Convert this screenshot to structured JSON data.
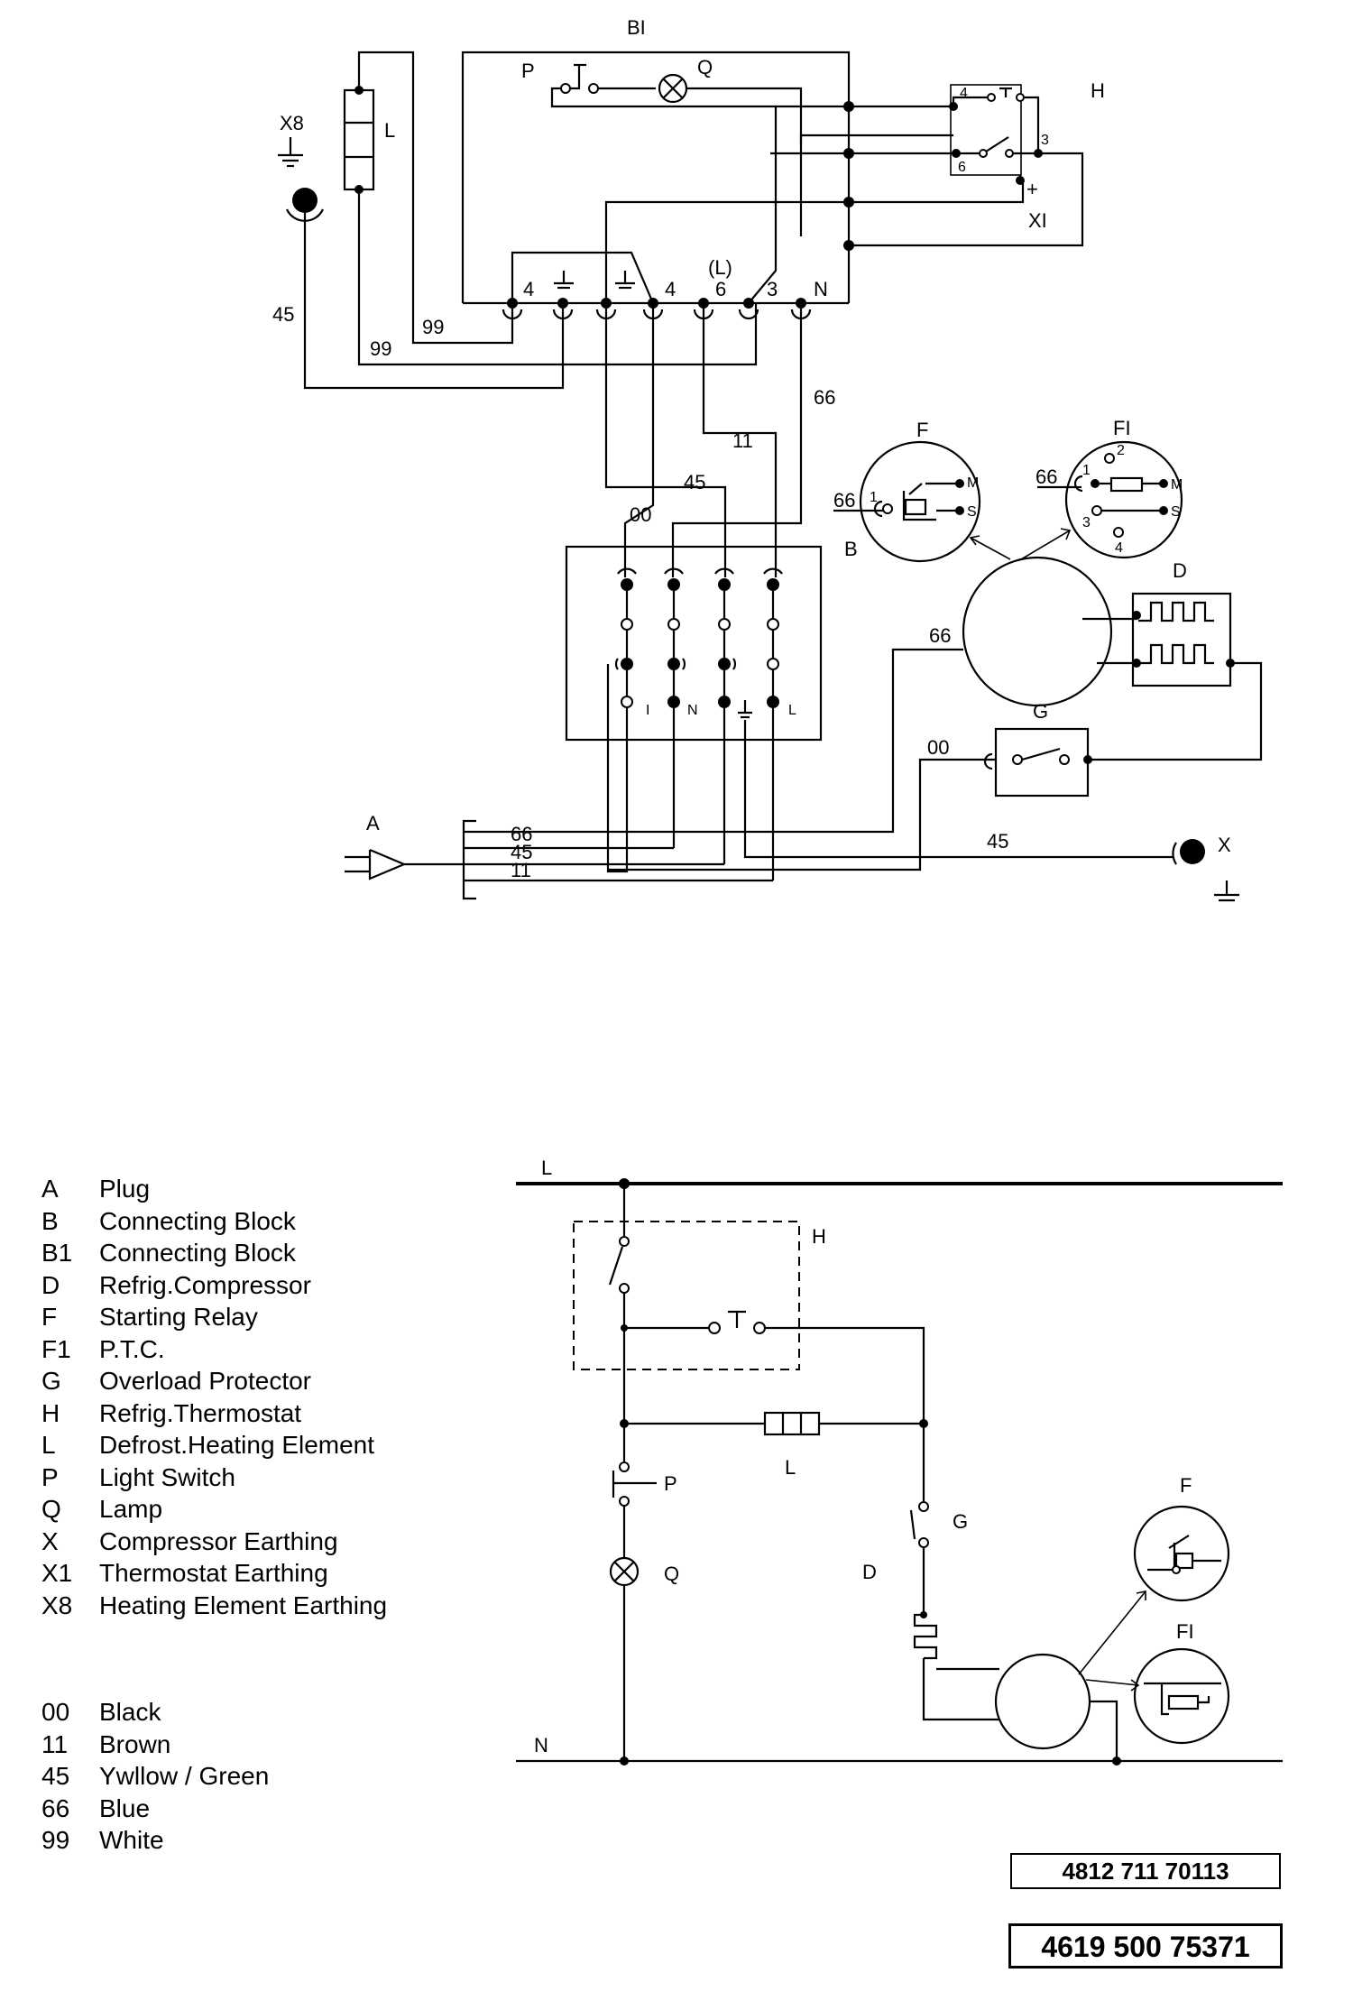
{
  "wiring": {
    "labels": {
      "B1": "BI",
      "P": "P",
      "Q": "Q",
      "H": "H",
      "X8": "X8",
      "L": "L",
      "X1": "XI",
      "plus": "+",
      "t4a": "4",
      "t4b": "4",
      "tL": "(L)",
      "t6": "6",
      "t3": "3",
      "tN": "N",
      "w45": "45",
      "w99a": "99",
      "w99b": "99",
      "w66": "66",
      "w11": "11",
      "w45b": "45",
      "w00": "00",
      "F": "F",
      "F1": "FI",
      "B": "B",
      "D": "D",
      "G": "G",
      "r66": "66",
      "r66b": "66",
      "w66m": "66",
      "w00g": "00",
      "A": "A",
      "p66": "66",
      "p45": "45",
      "p11": "11",
      "X": "X",
      "w45x": "45",
      "bI": "I",
      "bN": "N",
      "bL": "L",
      "hc4": "4",
      "hc3": "3",
      "hc6": "6",
      "fM": "M",
      "fS": "S",
      "f1": "1",
      "f1M": "M",
      "f1S": "S",
      "f11": "1",
      "f12": "2",
      "f13": "3",
      "f14": "4"
    }
  },
  "schematic": {
    "labels": {
      "L": "L",
      "N": "N",
      "H": "H",
      "L_heater": "L",
      "P": "P",
      "Q": "Q",
      "G": "G",
      "D": "D",
      "F": "F",
      "F1": "FI"
    }
  },
  "legend": [
    {
      "code": "A",
      "name": "Plug"
    },
    {
      "code": "B",
      "name": "Connecting Block"
    },
    {
      "code": "B1",
      "name": "Connecting Block"
    },
    {
      "code": "D",
      "name": "Refrig.Compressor"
    },
    {
      "code": "F",
      "name": "Starting Relay"
    },
    {
      "code": "F1",
      "name": "P.T.C."
    },
    {
      "code": "G",
      "name": "Overload Protector"
    },
    {
      "code": "H",
      "name": "Refrig.Thermostat"
    },
    {
      "code": "L",
      "name": "Defrost.Heating Element"
    },
    {
      "code": "P",
      "name": "Light Switch"
    },
    {
      "code": "Q",
      "name": "Lamp"
    },
    {
      "code": "X",
      "name": "Compressor Earthing"
    },
    {
      "code": "X1",
      "name": "Thermostat Earthing"
    },
    {
      "code": "X8",
      "name": "Heating Element Earthing"
    }
  ],
  "wire_colors": [
    {
      "code": "00",
      "name": "Black"
    },
    {
      "code": "11",
      "name": "Brown"
    },
    {
      "code": "45",
      "name": "Ywllow / Green"
    },
    {
      "code": "66",
      "name": "Blue"
    },
    {
      "code": "99",
      "name": "White"
    }
  ],
  "part_numbers": {
    "first": "4812 711 70113",
    "second": "4619 500 75371"
  }
}
